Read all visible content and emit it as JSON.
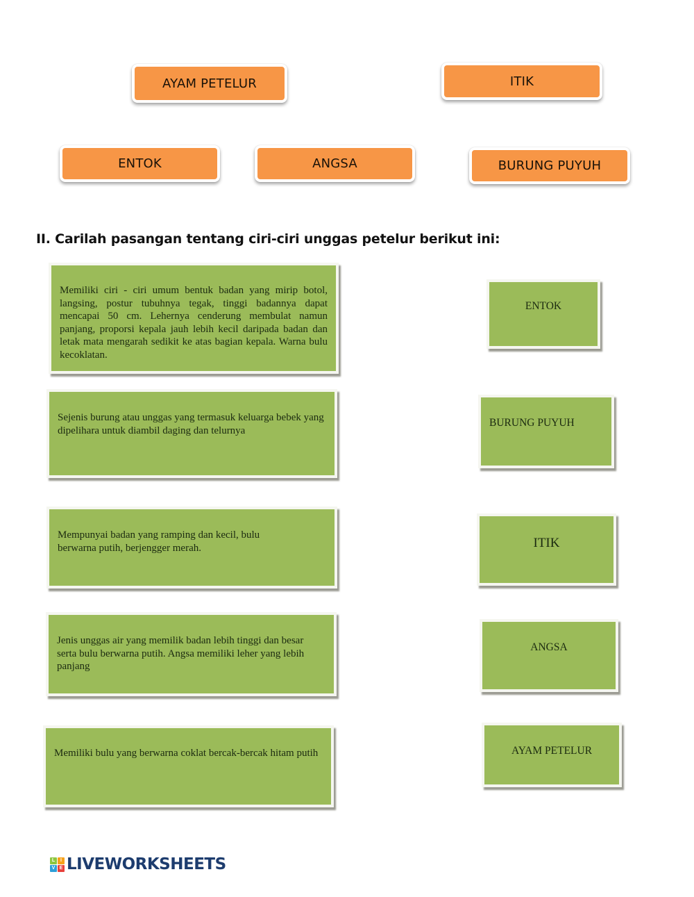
{
  "word_bank": [
    {
      "label": "AYAM PETELUR"
    },
    {
      "label": "ITIK"
    },
    {
      "label": "ENTOK"
    },
    {
      "label": "ANGSA"
    },
    {
      "label": "BURUNG PUYUH"
    }
  ],
  "section": {
    "heading": "II. Carilah pasangan tentang ciri-ciri unggas petelur berikut ini:"
  },
  "descriptions": [
    {
      "text": "Memiliki ciri - ciri umum bentuk badan yang mirip botol, langsing, postur tubuhnya tegak, tinggi badannya dapat mencapai 50 cm. Lehernya cenderung membulat namun panjang, proporsi kepala jauh lebih kecil daripada badan dan letak mata mengarah sedikit ke atas bagian kepala. Warna bulu kecoklatan."
    },
    {
      "text": "Sejenis burung atau unggas yang termasuk keluarga bebek yang dipelihara untuk diambil daging dan telurnya"
    },
    {
      "text": "Mempunyai badan yang ramping dan kecil, bulu berwarna putih, berjengger merah."
    },
    {
      "text": "Jenis unggas air yang memilik badan lebih tinggi dan besar serta bulu berwarna putih. Angsa memiliki leher yang lebih panjang"
    },
    {
      "text": "Memiliki bulu yang berwarna coklat bercak-bercak hitam putih"
    }
  ],
  "answers": [
    {
      "label": "ENTOK"
    },
    {
      "label": "BURUNG PUYUH"
    },
    {
      "label": "ITIK"
    },
    {
      "label": "ANGSA"
    },
    {
      "label": "AYAM PETELUR"
    }
  ],
  "logo": {
    "text": "LIVEWORKSHEETS",
    "tiles": [
      "L",
      "I",
      "V",
      "E"
    ],
    "tile_colors": [
      "#8dc63f",
      "#f7a11a",
      "#2e9fd8",
      "#e8413c"
    ],
    "text_color": "#1d3c6e"
  },
  "colors": {
    "orange": "#f79646",
    "green": "#9bbb59"
  }
}
